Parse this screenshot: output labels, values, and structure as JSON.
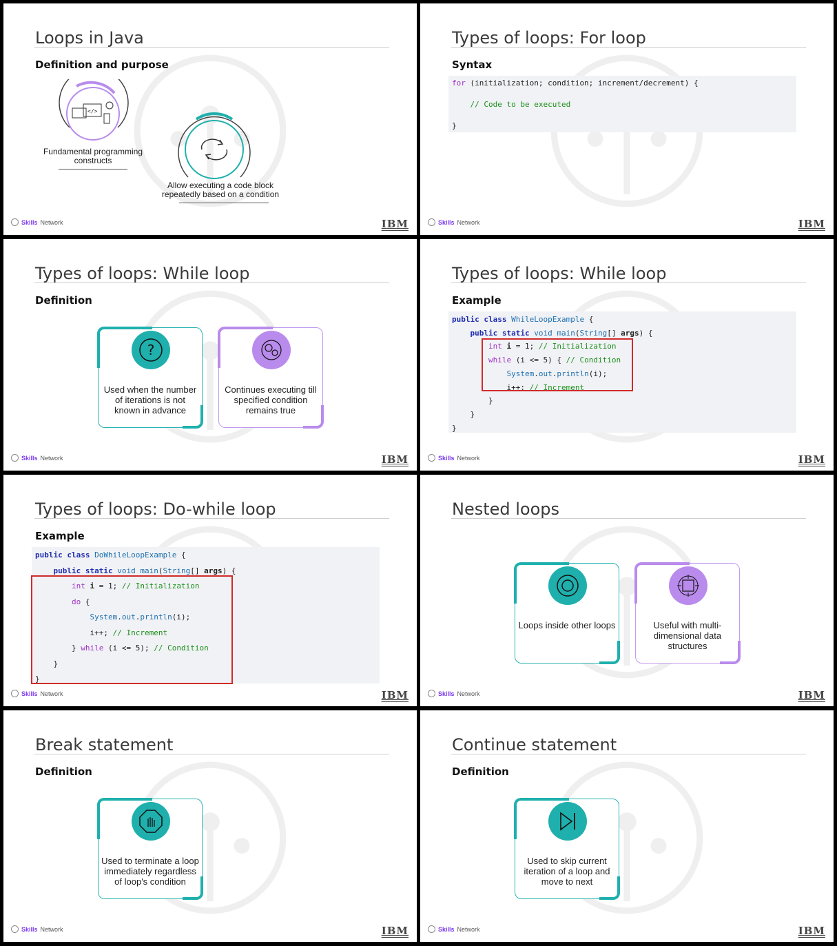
{
  "footer": {
    "brand_bold": "Skills",
    "brand_rest": " Network",
    "ibm": "IBM"
  },
  "slides": [
    {
      "title": "Loops in Java",
      "subtitle": "Definition and purpose",
      "items": [
        "Fundamental programming constructs",
        "Allow executing a code block repeatedly based on a condition"
      ]
    },
    {
      "title": "Types of loops: For loop",
      "subtitle": "Syntax",
      "code": {
        "line1_kw": "for",
        "line1_rest": " (initialization; condition; increment/decrement) {",
        "line2": "// Code to be executed",
        "line3": "}"
      }
    },
    {
      "title": "Types of loops: While loop",
      "subtitle": "Definition",
      "cards": [
        "Used when the number of iterations is not known in advance",
        "Continues executing till specified condition remains true"
      ]
    },
    {
      "title": "Types of loops: While loop",
      "subtitle": "Example"
    },
    {
      "title": "Types of loops: Do-while loop",
      "subtitle": "Example"
    },
    {
      "title": "Nested loops",
      "subtitle": "",
      "cards": [
        "Loops inside other loops",
        "Useful with multi-dimensional data structures"
      ]
    },
    {
      "title": "Break statement",
      "subtitle": "Definition",
      "cards": [
        "Used to terminate a loop immediately regardless of loop's condition"
      ]
    },
    {
      "title": "Continue statement",
      "subtitle": "Definition",
      "cards": [
        "Used to skip current iteration of a loop and move to next"
      ]
    }
  ],
  "while_code": {
    "class_name": "WhileLoopExample",
    "init": "// Initialization",
    "cond": "// Condition",
    "inc": "// Increment"
  },
  "dowhile_code": {
    "class_name": "DoWhileLoopExample",
    "init": "// Initialization",
    "inc": "// Increment",
    "cond": "// Condition"
  },
  "colors": {
    "teal": "#1fb0ad",
    "purple": "#b98bec",
    "red_box": "#d12b2b"
  },
  "icons": [
    "computer-code-icon",
    "loop-arrows-icon",
    "question-icon",
    "gears-icon",
    "target-icon",
    "chip-icon",
    "stop-hand-icon",
    "skip-next-icon",
    "ibm-logo-icon"
  ]
}
